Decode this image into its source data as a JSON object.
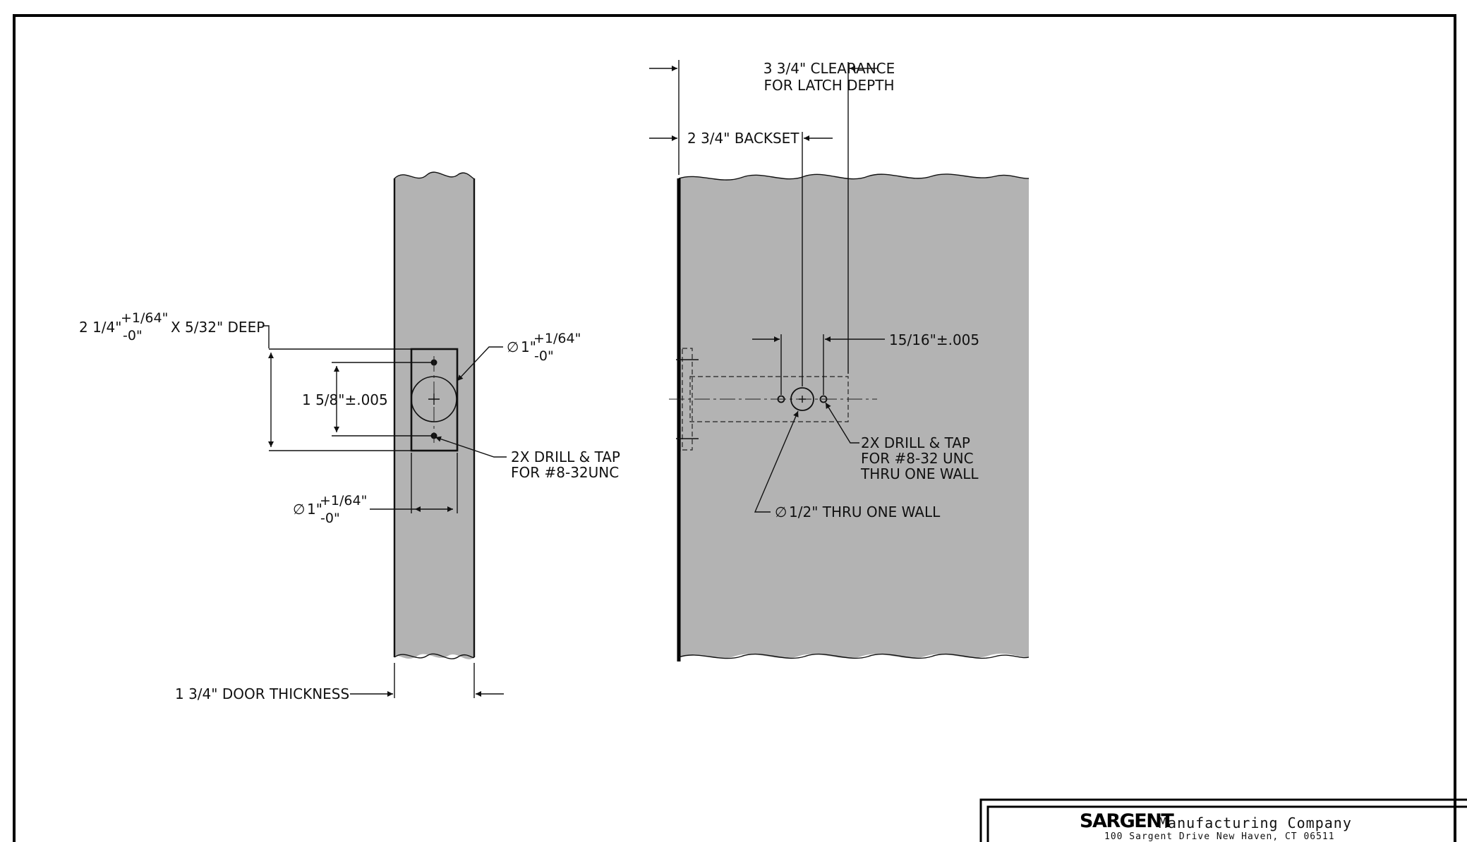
{
  "side_view": {
    "mortise_note_main": "2 1/4\"",
    "mortise_note_tol_plus": "+1/64\"",
    "mortise_note_tol_minus": "-0\"",
    "mortise_note_depth": "X 5/32\" DEEP",
    "hole_spacing": "1 5/8\"±.005",
    "bore_symbol": "∅",
    "bore_main": "1\"",
    "bore_tol_plus": "+1/64\"",
    "bore_tol_minus": "-0\"",
    "drill_tap_line1": "2X DRILL & TAP",
    "drill_tap_line2": "FOR #8-32UNC",
    "width_symbol": "∅",
    "width_main": "1\"",
    "width_tol_plus": "+1/64\"",
    "width_tol_minus": "-0\"",
    "door_thickness": "1 3/4\" DOOR THICKNESS"
  },
  "face_view": {
    "clearance_line1": "3 3/4\" CLEARANCE",
    "clearance_line2": "FOR LATCH DEPTH",
    "backset": "2 3/4\" BACKSET",
    "offset": "15/16\"±.005",
    "drill_tap_line1": "2X DRILL & TAP",
    "drill_tap_line2": "FOR #8-32 UNC",
    "drill_tap_line3": "THRU ONE WALL",
    "thru_hole_symbol": "∅",
    "thru_hole": "1/2\" THRU ONE WALL"
  },
  "title_block": {
    "brand": "SARGENT",
    "company": "Manufacturing Company",
    "address": "100 Sargent Drive New Haven, CT 06511"
  },
  "colors": {
    "door_fill": "#b3b3b3",
    "line": "#111111",
    "background": "#ffffff"
  }
}
